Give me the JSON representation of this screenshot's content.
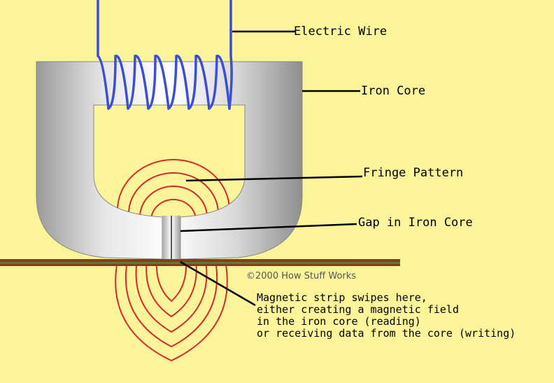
{
  "labels": {
    "wire": "Electric Wire",
    "iron_core": "Iron Core",
    "fringe": "Fringe Pattern",
    "gap": "Gap in Iron Core"
  },
  "copyright": "©2000 How Stuff Works",
  "description": [
    "Magnetic strip swipes here,",
    "either creating a magnetic field",
    "in the iron core (reading)",
    "or receiving data from the core (writing)"
  ],
  "colors": {
    "background": "#fcf49a",
    "core": "#c8c8c8",
    "coil": "#3a4fd6",
    "field_lines": "#d42a2a",
    "strip_top": "#8b3a1a",
    "strip_mid": "#5a7a3a"
  }
}
